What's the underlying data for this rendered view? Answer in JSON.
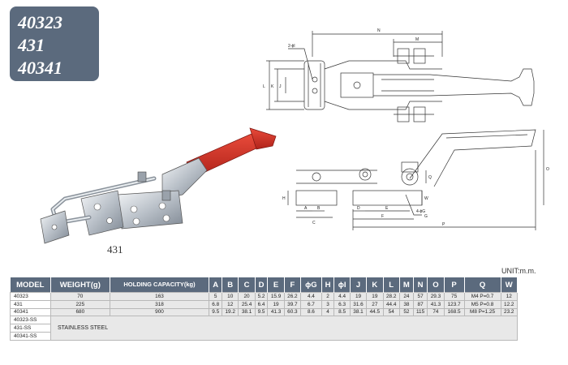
{
  "models_badge": [
    "40323",
    "431",
    "40341"
  ],
  "photo_caption": "431",
  "unit_label": "UNIT:m.m.",
  "drawing_top_labels": [
    "N",
    "M",
    "2-ϕI",
    "L",
    "J",
    "K"
  ],
  "drawing_side_labels": [
    "A",
    "B",
    "C",
    "D",
    "E",
    "F",
    "G",
    "H",
    "Q",
    "W",
    "O",
    "P",
    "4-ϕG"
  ],
  "table": {
    "headers": [
      "MODEL",
      "WEIGHT(g)",
      "HOLDING CAPACITY(kg)",
      "A",
      "B",
      "C",
      "D",
      "E",
      "F",
      "ϕG",
      "H",
      "ϕI",
      "J",
      "K",
      "L",
      "M",
      "N",
      "O",
      "P",
      "Q",
      "W"
    ],
    "rows": [
      [
        "40323",
        "70",
        "163",
        "5",
        "10",
        "20",
        "5.2",
        "15.9",
        "26.2",
        "4.4",
        "2",
        "4.4",
        "19",
        "19",
        "28.2",
        "24",
        "57",
        "29.3",
        "75",
        "M4  P=0.7",
        "12"
      ],
      [
        "431",
        "225",
        "318",
        "6.8",
        "12",
        "25.4",
        "6.4",
        "19",
        "39.7",
        "6.7",
        "3",
        "6.3",
        "31.6",
        "27",
        "44.4",
        "38",
        "87",
        "41.3",
        "123.7",
        "M5  P=0.8",
        "12.2"
      ],
      [
        "40341",
        "680",
        "900",
        "9.5",
        "19.2",
        "38.1",
        "9.5",
        "41.3",
        "60.3",
        "8.6",
        "4",
        "8.5",
        "38.1",
        "44.5",
        "54",
        "52",
        "115",
        "74",
        "168.5",
        "M8  P=1.25",
        "23.2"
      ]
    ],
    "ss_models": [
      "40323-SS",
      "431-SS",
      "40341-SS"
    ],
    "ss_note": "STAINLESS STEEL"
  }
}
